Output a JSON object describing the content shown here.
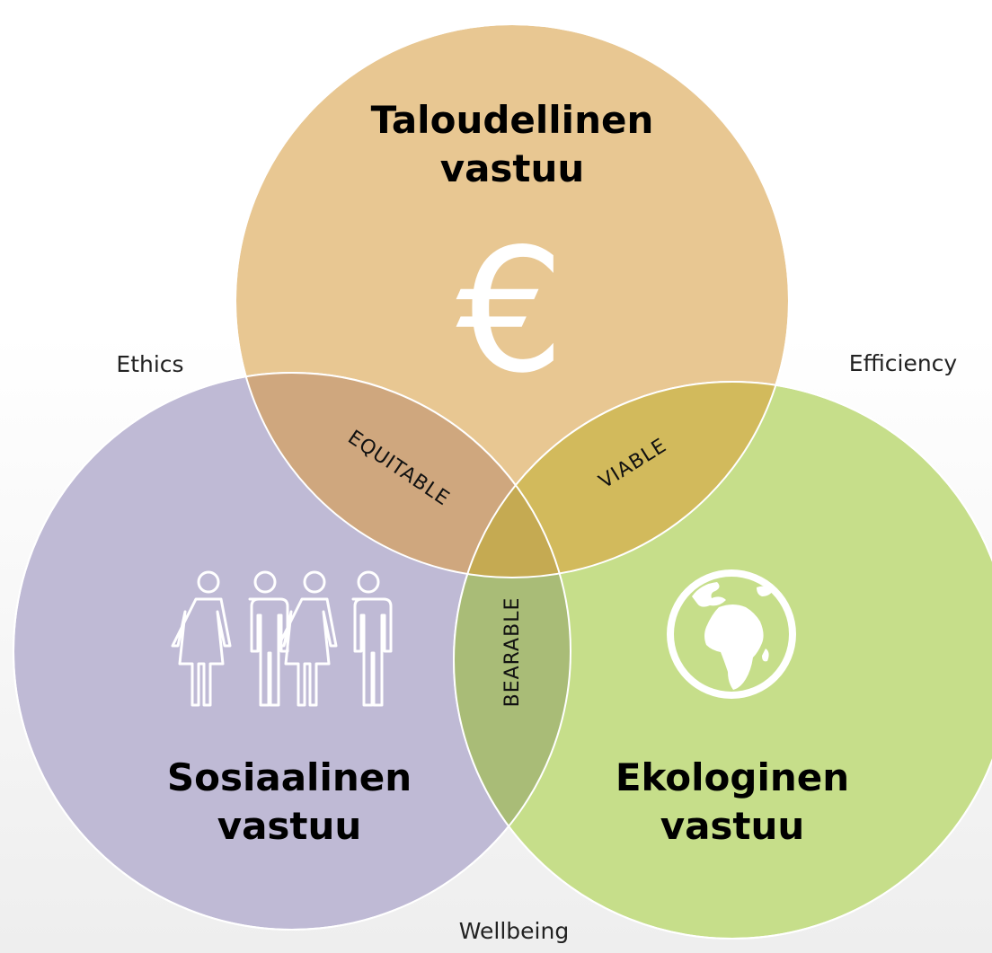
{
  "circles": {
    "economic": {
      "title_line1": "Taloudellinen",
      "title_line2": "vastuu",
      "icon": "euro-icon",
      "icon_text": "€",
      "color": "#E8C792"
    },
    "social": {
      "title_line1": "Sosiaalinen",
      "title_line2": "vastuu",
      "icon": "people-icon",
      "color": "#BFBAD5"
    },
    "ecological": {
      "title_line1": "Ekologinen",
      "title_line2": "vastuu",
      "icon": "globe-icon",
      "color": "#C6DE8A"
    }
  },
  "intersections": {
    "social_economic": {
      "label": "EQUITABLE",
      "color": "#CFA77E"
    },
    "economic_ecological": {
      "label": "VIABLE",
      "color": "#D2BA5C"
    },
    "social_ecological": {
      "label": "BEARABLE",
      "color": "#A9BC77"
    },
    "center": {
      "color": "#C5AA52"
    }
  },
  "outer_labels": {
    "top_left": "Ethics",
    "top_right": "Efficiency",
    "bottom": "Wellbeing"
  }
}
